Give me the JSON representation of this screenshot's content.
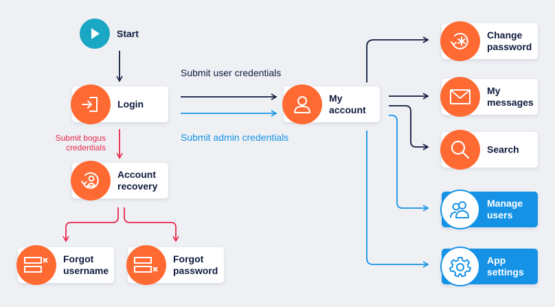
{
  "nodes": {
    "start": "Start",
    "login": "Login",
    "account_recovery": [
      "Account",
      "recovery"
    ],
    "forgot_username": [
      "Forgot",
      "username"
    ],
    "forgot_password": [
      "Forgot",
      "password"
    ],
    "my_account": [
      "My",
      "account"
    ],
    "change_password": [
      "Change",
      "password"
    ],
    "my_messages": [
      "My",
      "messages"
    ],
    "search": "Search",
    "manage_users": [
      "Manage",
      "users"
    ],
    "app_settings": [
      "App",
      "settings"
    ]
  },
  "edges": {
    "submit_user": "Submit user credentials",
    "submit_admin": "Submit admin credentials",
    "submit_bogus": [
      "Submit bogus",
      "credentials"
    ]
  },
  "colors": {
    "navy": "#0f1a3c",
    "orange": "#ff6a33",
    "blue": "#1592e6",
    "red": "#e8284a",
    "teal": "#1aa7c4"
  },
  "icons": {
    "start": "play-icon",
    "login": "login-door-icon",
    "account_recovery": "user-refresh-icon",
    "forgot_username": "field-cross-icon",
    "forgot_password": "field-cross-icon",
    "my_account": "user-icon",
    "change_password": "password-refresh-icon",
    "my_messages": "envelope-icon",
    "search": "magnifier-icon",
    "manage_users": "users-icon",
    "app_settings": "gear-icon"
  }
}
